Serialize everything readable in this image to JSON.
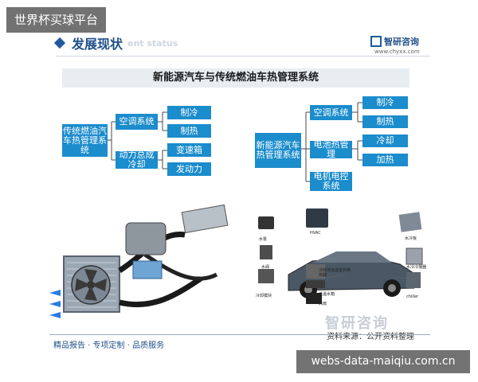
{
  "site_tag": "世界杯买球平台",
  "header": {
    "title": "发展现状",
    "ghost": "ent status",
    "brand": "智研咨询",
    "url": "www.chyxx.com"
  },
  "main_title": "新能源汽车与传统燃油车热管理系统",
  "left_tree": {
    "root": "传统燃油汽车热管理系统",
    "branches": [
      {
        "label": "空调系统",
        "children": [
          "制冷",
          "制热"
        ]
      },
      {
        "label": "动力总成冷却",
        "children": [
          "变速箱",
          "发动力"
        ]
      }
    ]
  },
  "right_tree": {
    "root": "新能源汽车热管理系统",
    "branches": [
      {
        "label": "空调系统",
        "children": [
          "制冷",
          "制热"
        ]
      },
      {
        "label": "电池热管理",
        "children": [
          "冷却",
          "加热"
        ]
      },
      {
        "label": "电机电控系统",
        "children": []
      }
    ]
  },
  "photo_labels": [
    "水泵",
    "HVAC",
    "水冷板",
    "水阀",
    "冷却液加温室外换热器",
    "水冷冷凝器",
    "冷却模块",
    "低温水箱",
    "风扇",
    "chiller"
  ],
  "footer": {
    "left": "精品报告 · 专项定制 · 品质服务",
    "source": "资料来源：公开资料整理",
    "brand": "智研咨询"
  },
  "url_tag": "webs-data-maiqiu.com.cn",
  "colors": {
    "box": "#1b8ccc",
    "title": "#1e4f8a"
  }
}
